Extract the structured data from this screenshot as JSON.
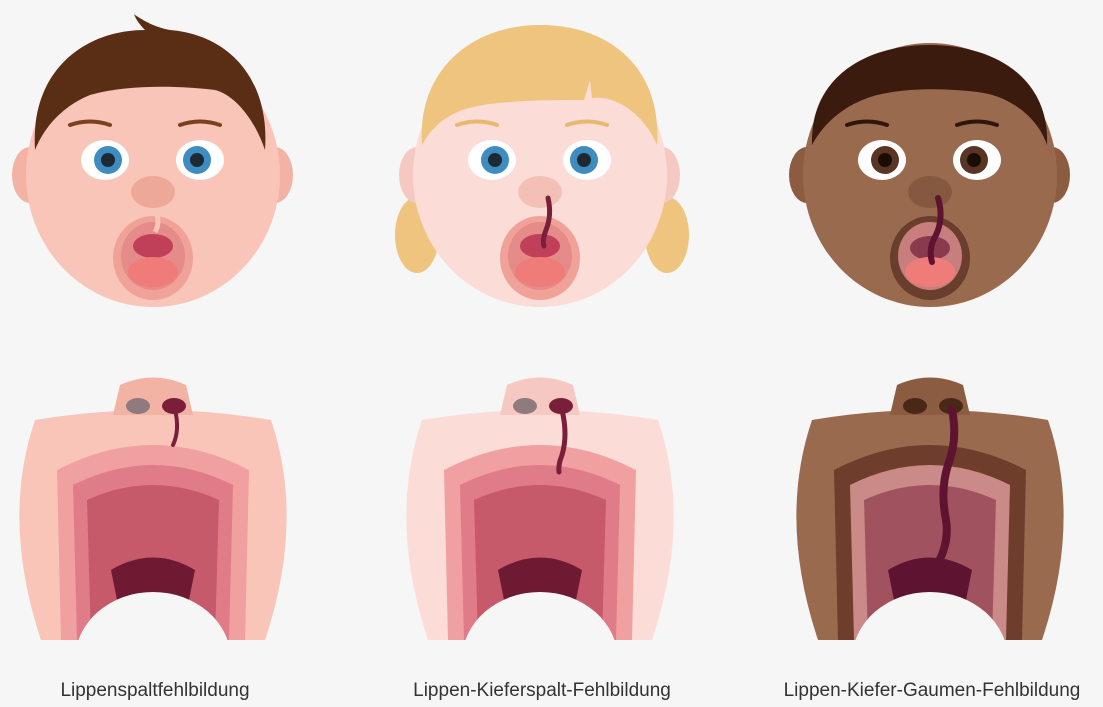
{
  "captions": {
    "lip": "Lippenspaltfehlbildung",
    "lip_jaw": "Lippen-Kieferspalt-Fehlbildung",
    "lip_jaw_palate": "Lippen-Kiefer-Gaumen-Fehlbildung"
  },
  "colors": {
    "background": "#f6f6f6",
    "cleft": "#7a1f3a",
    "skin_light": "#f8c5b8",
    "skin_pale": "#fbdcd7",
    "skin_dark": "#9a6a4e",
    "hair_brown": "#5a2e14",
    "hair_blonde": "#eec47e",
    "hair_dark": "#3b1b0e",
    "iris_blue": "#3f8dc0",
    "iris_brown": "#5a3425"
  }
}
